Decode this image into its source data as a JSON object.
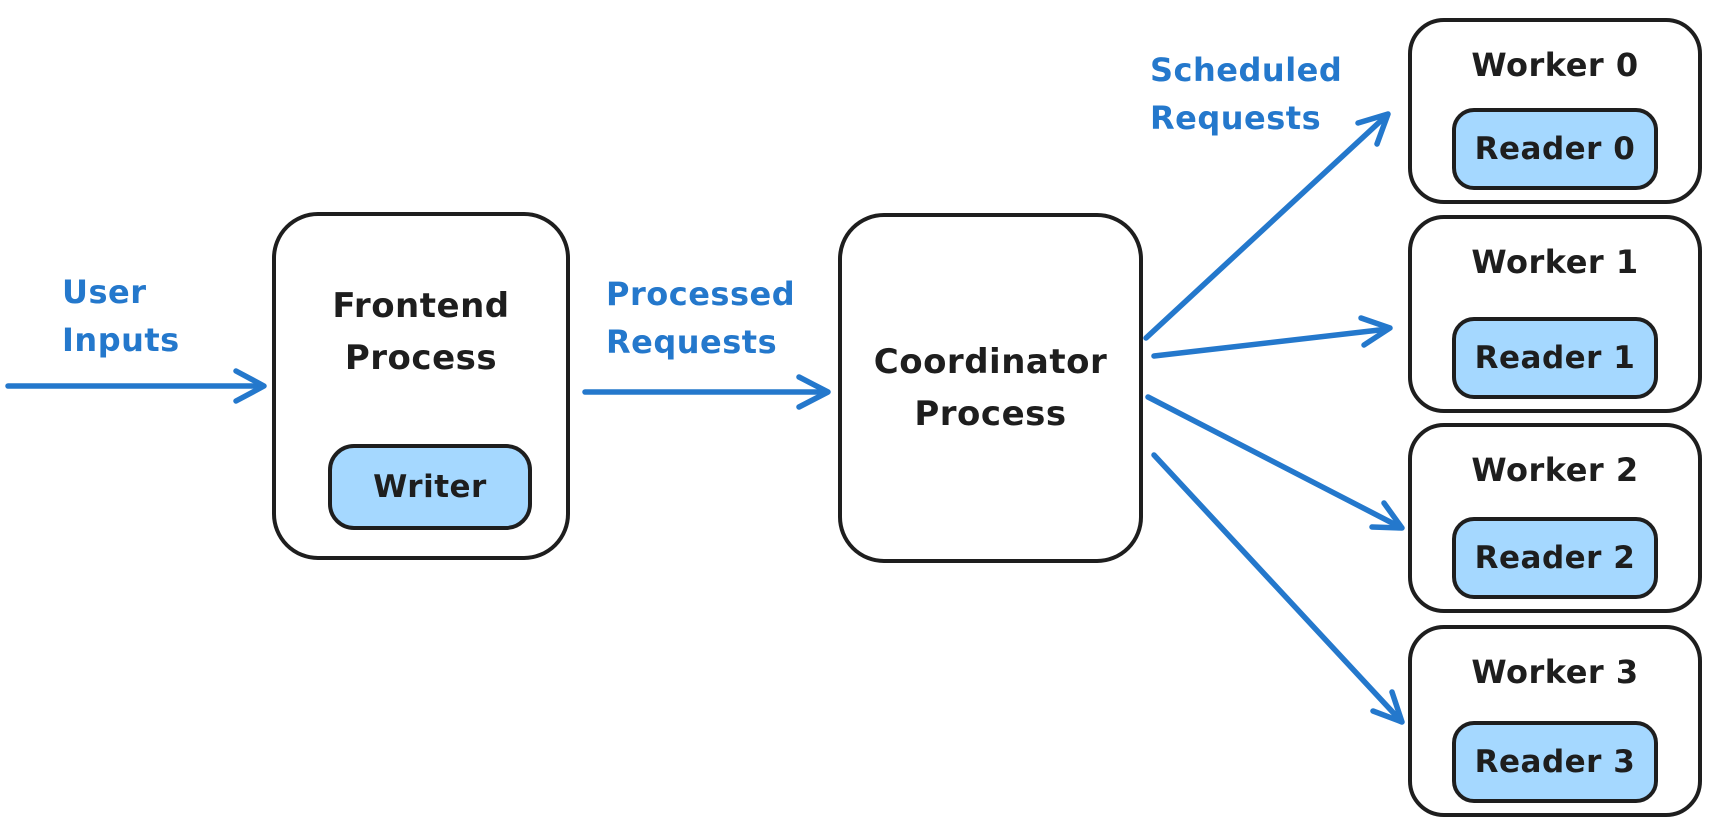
{
  "colors": {
    "accent_blue": "#2478cc",
    "node_stroke": "#1e1e1e",
    "badge_fill": "#a5d8ff",
    "canvas_bg": "#ffffff"
  },
  "labels": {
    "user_inputs_line1": "User",
    "user_inputs_line2": "Inputs",
    "processed_line1": "Processed",
    "processed_line2": "Requests",
    "scheduled_line1": "Scheduled",
    "scheduled_line2": "Requests"
  },
  "nodes": {
    "frontend": {
      "title_line1": "Frontend",
      "title_line2": "Process",
      "badge": "Writer"
    },
    "coordinator": {
      "title_line1": "Coordinator",
      "title_line2": "Process"
    },
    "workers": [
      {
        "title": "Worker 0",
        "badge": "Reader 0"
      },
      {
        "title": "Worker 1",
        "badge": "Reader 1"
      },
      {
        "title": "Worker 2",
        "badge": "Reader 2"
      },
      {
        "title": "Worker 3",
        "badge": "Reader 3"
      }
    ]
  }
}
